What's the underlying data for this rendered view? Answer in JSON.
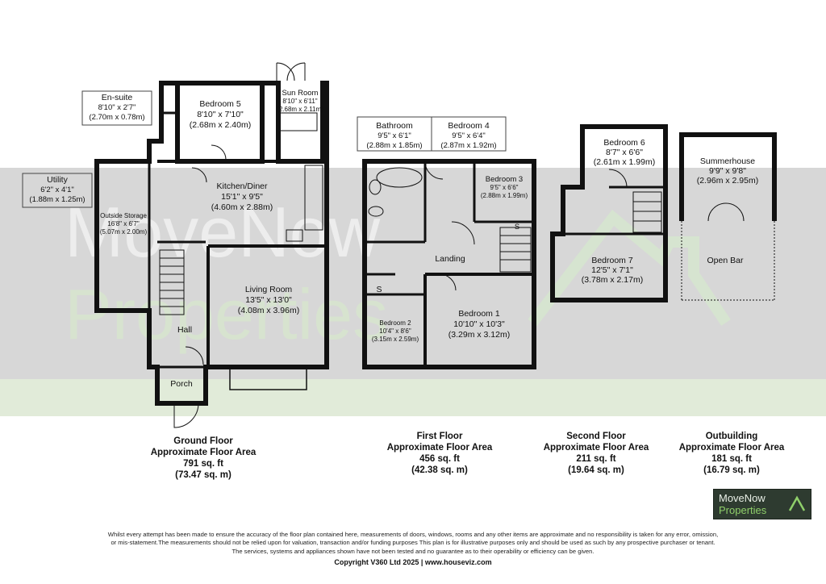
{
  "rooms": {
    "ensuite": {
      "name": "En-suite",
      "imp": "8'10\" x 2'7\"",
      "met": "(2.70m x 0.78m)"
    },
    "bedroom5": {
      "name": "Bedroom 5",
      "imp": "8'10\" x 7'10\"",
      "met": "(2.68m x 2.40m)"
    },
    "sunroom": {
      "name": "Sun Room",
      "imp": "8'10\" x 6'11\"",
      "met": "(2.68m x 2.11m)"
    },
    "utility": {
      "name": "Utility",
      "imp": "6'2\" x 4'1\"",
      "met": "(1.88m x 1.25m)"
    },
    "kitchen": {
      "name": "Kitchen/Diner",
      "imp": "15'1\" x 9'5\"",
      "met": "(4.60m x 2.88m)"
    },
    "storage": {
      "name": "Outside Storage",
      "imp": "16'8\" x 6'7\"",
      "met": "(5.07m x 2.00m)"
    },
    "living": {
      "name": "Living Room",
      "imp": "13'5\" x 13'0\"",
      "met": "(4.08m x 3.96m)"
    },
    "hall": {
      "name": "Hall"
    },
    "porch": {
      "name": "Porch"
    },
    "bathroom": {
      "name": "Bathroom",
      "imp": "9'5\" x 6'1\"",
      "met": "(2.88m x 1.85m)"
    },
    "bedroom4": {
      "name": "Bedroom 4",
      "imp": "9'5\" x 6'4\"",
      "met": "(2.87m x 1.92m)"
    },
    "bedroom3": {
      "name": "Bedroom 3",
      "imp": "9'5\" x 6'6\"",
      "met": "(2.88m x 1.99m)"
    },
    "landing": {
      "name": "Landing"
    },
    "bedroom2": {
      "name": "Bedroom 2",
      "imp": "10'4\" x 8'6\"",
      "met": "(3.15m x 2.59m)"
    },
    "bedroom1": {
      "name": "Bedroom 1",
      "imp": "10'10\" x 10'3\"",
      "met": "(3.29m x 3.12m)"
    },
    "bedroom6": {
      "name": "Bedroom 6",
      "imp": "8'7\" x 6'6\"",
      "met": "(2.61m x 1.99m)"
    },
    "bedroom7": {
      "name": "Bedroom 7",
      "imp": "12'5\" x 7'1\"",
      "met": "(3.78m x 2.17m)"
    },
    "summerhouse": {
      "name": "Summerhouse",
      "imp": "9'9\" x 9'8\"",
      "met": "(2.96m x 2.95m)"
    },
    "openbar": {
      "name": "Open Bar"
    },
    "s1": {
      "name": "S"
    },
    "s2": {
      "name": "S"
    }
  },
  "floors": {
    "ground": {
      "name": "Ground Floor",
      "area_label": "Approximate Floor Area",
      "sqft": "791 sq. ft",
      "sqm": "(73.47 sq. m)"
    },
    "first": {
      "name": "First Floor",
      "area_label": "Approximate Floor Area",
      "sqft": "456 sq. ft",
      "sqm": "(42.38 sq. m)"
    },
    "second": {
      "name": "Second Floor",
      "area_label": "Approximate Floor Area",
      "sqft": "211 sq. ft",
      "sqm": "(19.64 sq. m)"
    },
    "outbuilding": {
      "name": "Outbuilding",
      "area_label": "Approximate Floor Area",
      "sqft": "181 sq. ft",
      "sqm": "(16.79 sq. m)"
    }
  },
  "watermark": {
    "line1": "MoveNow",
    "line2": "Properties"
  },
  "logo": {
    "line1": "MoveNow",
    "line2": "Properties"
  },
  "disclaimer": {
    "line1": "Whilst every attempt has been made to ensure the accuracy of the floor plan contained here, measurements of doors, windows, rooms and any other items are approximate and no responsibility is taken for any error, omission,",
    "line2": "or mis-statement.The measurements should not be relied upon for valuation, transaction and/or funding purposes This plan is for illustrative purposes only and should be used as such by any prospective purchaser or tenant.",
    "line3": "The services, systems and appliances shown have not been tested and no guarantee as to their operability or efficiency can be given."
  },
  "copyright": "Copyright V360 Ltd 2025 | www.houseviz.com",
  "colors": {
    "wall": "#111111",
    "band": "#c8c8c8",
    "watermark_green": "#cfe6c0"
  }
}
